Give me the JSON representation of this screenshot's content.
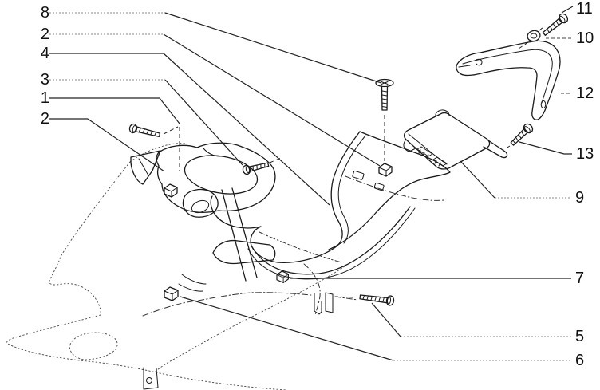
{
  "diagram": {
    "type": "exploded-parts-diagram",
    "background_color": "#ffffff",
    "line_color": "#1a1a1a",
    "callouts_left": [
      {
        "label": "8"
      },
      {
        "label": "2"
      },
      {
        "label": "4"
      },
      {
        "label": "3"
      },
      {
        "label": "1"
      },
      {
        "label": "2"
      }
    ],
    "callouts_right": [
      {
        "label": "11"
      },
      {
        "label": "10"
      },
      {
        "label": "12"
      },
      {
        "label": "13"
      },
      {
        "label": "9"
      },
      {
        "label": "7"
      },
      {
        "label": "5"
      },
      {
        "label": "6"
      }
    ]
  }
}
